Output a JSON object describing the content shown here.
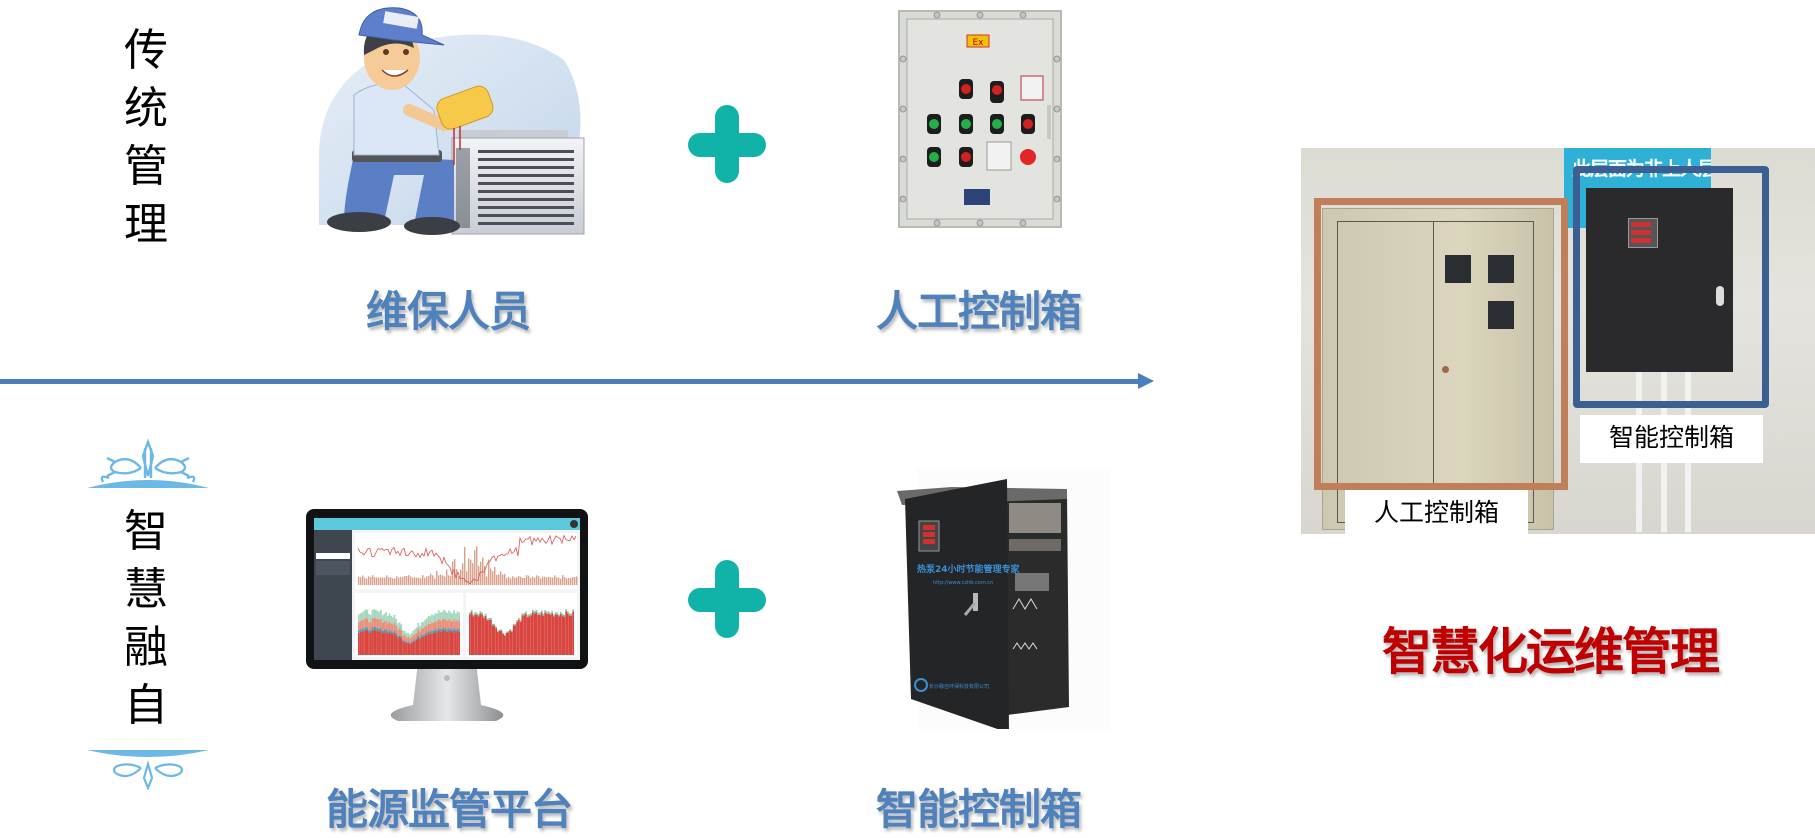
{
  "sections": {
    "traditional": {
      "heading_chars": [
        "传",
        "统",
        "管",
        "理"
      ],
      "item1_label": "维保人员",
      "item2_label": "人工控制箱"
    },
    "smart": {
      "heading_chars": [
        "智",
        "慧",
        "融",
        "自"
      ],
      "item1_label": "能源监管平台",
      "item2_label": "智能控制箱"
    }
  },
  "icons": {
    "plus": "plus-icon",
    "arrow": "arrow-right-icon",
    "ornament": "ornament-icon"
  },
  "manual_box": {
    "ex_mark": "Ex"
  },
  "smart_box": {
    "slogan_prefix": "热泵",
    "slogan_num": "24",
    "slogan_suffix": "小时节能管理专家",
    "url": "http://www.czhb.com.cn",
    "company": "长沙融自环保科技有限公司"
  },
  "photo": {
    "manual_label": "人工控制箱",
    "smart_label": "智能控制箱",
    "wall_sign": "此层面为非上人层面"
  },
  "conclusion": {
    "title": "智慧化运维管理"
  },
  "colors": {
    "label_blue": "#4f81bd",
    "title_red": "#c00000",
    "plus_teal": "#11b3a9",
    "arrow_blue": "#4a7ebf",
    "manual_frame": "#c07e5a",
    "smart_frame": "#3a5f90",
    "ornament": "#6cb8e6"
  }
}
